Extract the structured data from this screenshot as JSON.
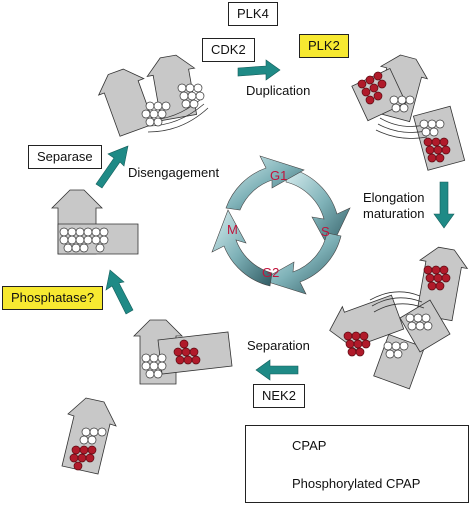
{
  "labels": {
    "plk4": "PLK4",
    "cdk2": "CDK2",
    "plk2": "PLK2",
    "duplication": "Duplication",
    "separase": "Separase",
    "disengagement": "Disengagement",
    "elongation_line1": "Elongation",
    "elongation_line2": "maturation",
    "phosphatase": "Phosphatase?",
    "separation": "Separation",
    "nek2": "NEK2"
  },
  "cell_cycle": {
    "phases": [
      "G1",
      "S",
      "G2",
      "M"
    ]
  },
  "legend": {
    "items": [
      {
        "label": "CPAP"
      },
      {
        "label": "Phosphorylated CPAP"
      }
    ]
  },
  "colors": {
    "highlight_box": "#f7e931",
    "arrow_teal": "#1f8a86",
    "centriole_gray": "#c8c8c8",
    "cpap_open": "#ffffff",
    "cpap_phospho": "#b01a2a",
    "cycle_ring": "#7fb9bf",
    "phase_text": "#c0143c"
  }
}
